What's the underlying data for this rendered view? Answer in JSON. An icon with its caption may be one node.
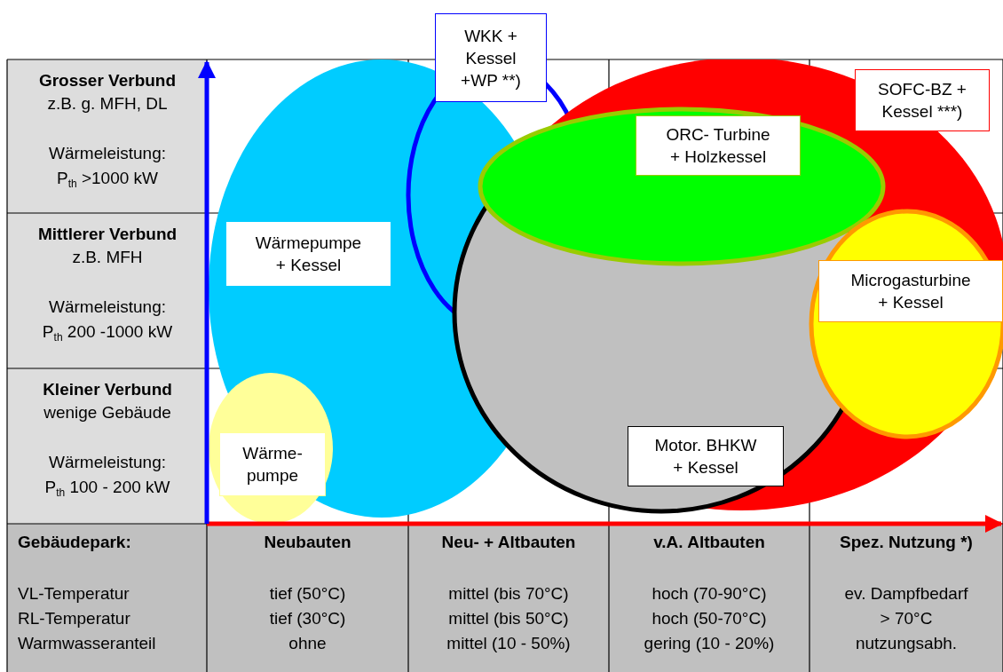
{
  "diagram": {
    "nodes": [
      {
        "text": [
          "WKK + Kessel +WP **)"
        ]
      },
      {
        "text": [
          "SOFC-BZ + Kessel ***)"
        ]
      },
      {
        "text": [
          "ORC- Turbine + Holzkessel"
        ]
      },
      {
        "text": [
          "Wärmepumpe + Kessel"
        ]
      },
      {
        "text": [
          "Microgasturbine + Kessel"
        ]
      },
      {
        "text": [
          "Motor. BHKW + Kessel"
        ]
      },
      {
        "text": [
          "Wärme- pumpe"
        ]
      }
    ],
    "labels": [
      "Grosser Verbund",
      "z.B. g. MFH, DL",
      "Wärmeleistung: P$_{th}$ >1000 kW",
      "Mittlerer Verbund",
      "z.B. MFH",
      "Wärmeleistung: P$_{th}$ 200 -1000 kW",
      "Kleiner Verbund",
      "wenige Gebäude",
      "Wärmeleistung: P$_{th}$ 100 - 200 kW",
      "Gebäudepark:",
      "Neubauten",
      "Neu- + Altbauten",
      "v.A. Altbauten",
      "Spez. Nutzung *)",
      "VL-Temperatur",
      "tief (50°C)",
      "mittel (bis 70°C)",
      "hoch (70-90°C)",
      "ev. Dampfbedarf",
      "RL-Temperatur",
      "tief (30°C)",
      "mittel (bis 50°C)",
      "hoch (50-70°C)",
      "> 70°C",
      "Warmwasseranteil",
      "ohne",
      "mittel (10 - 50%)",
      "gering (10 - 20%)",
      "nutzungsabh."
    ]
  }
}
